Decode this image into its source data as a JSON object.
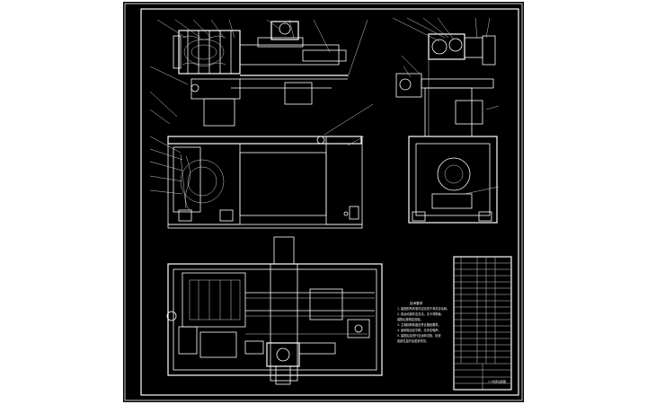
{
  "drawing": {
    "background": "#000000",
    "line_color": "#ffffff",
    "title_block_name": "××机床总装图",
    "notes_title": "技术要求",
    "notes": [
      "1. 装配前所有零件应清洗干净并去毛刺。",
      "2. 各运动部件应灵活，无卡滞现象。",
      "   装配后按规定检验。",
      "3. 主轴回转精度应符合图纸要求。",
      "4. 齿轮啮合应平稳，无冲击噪声。",
      "5. 装配后应进行空运转试验，检查",
      "   各部位温升及密封情况。"
    ]
  }
}
